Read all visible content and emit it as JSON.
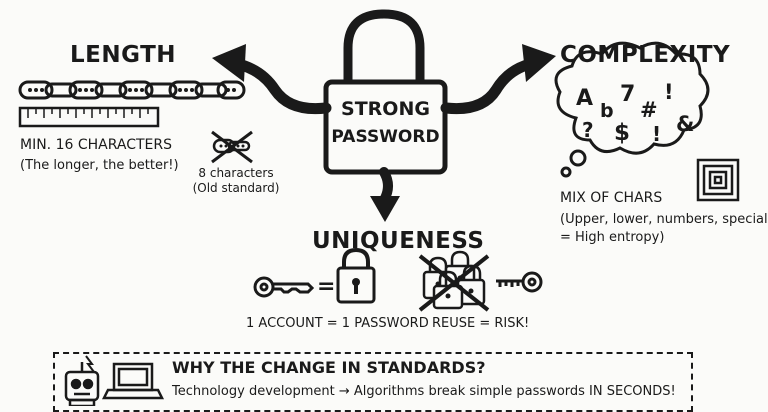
{
  "center": {
    "title_line1": "STRONG",
    "title_line2": "PASSWORD"
  },
  "length": {
    "heading": "LENGTH",
    "requirement": "MIN. 16 CHARACTERS",
    "note": "(The longer, the better!)",
    "old_label": "8 characters",
    "old_note": "(Old standard)"
  },
  "complexity": {
    "heading": "COMPLEXITY",
    "cloud_chars": [
      "A",
      "b",
      "7",
      "#",
      "!",
      "?",
      "$",
      "!",
      "&"
    ],
    "mix_label": "MIX OF CHARS",
    "mix_note_line1": "(Upper, lower, numbers, special",
    "mix_note_line2": "= High entropy)"
  },
  "uniqueness": {
    "heading": "UNIQUENESS",
    "equals": "=",
    "one_account": "1 ACCOUNT = 1 PASSWORD",
    "reuse": "REUSE = RISK!"
  },
  "why": {
    "title": "WHY THE CHANGE IN STANDARDS?",
    "text": "Technology development → Algorithms break simple passwords IN SECONDS!"
  },
  "colors": {
    "ink": "#1a1a1a",
    "paper": "#fbfbf9"
  }
}
